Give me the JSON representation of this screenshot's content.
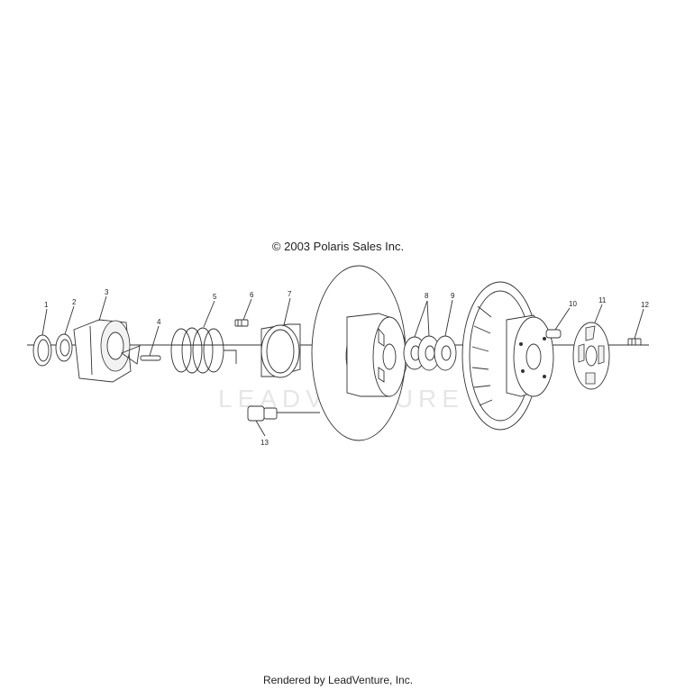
{
  "copyright": "© 2003 Polaris Sales Inc.",
  "watermark": "LEADVENTURE",
  "footer": "Rendered by LeadVenture, Inc.",
  "callouts": [
    "1",
    "2",
    "3",
    "4",
    "5",
    "6",
    "7",
    "8",
    "9",
    "10",
    "11",
    "12",
    "13"
  ]
}
